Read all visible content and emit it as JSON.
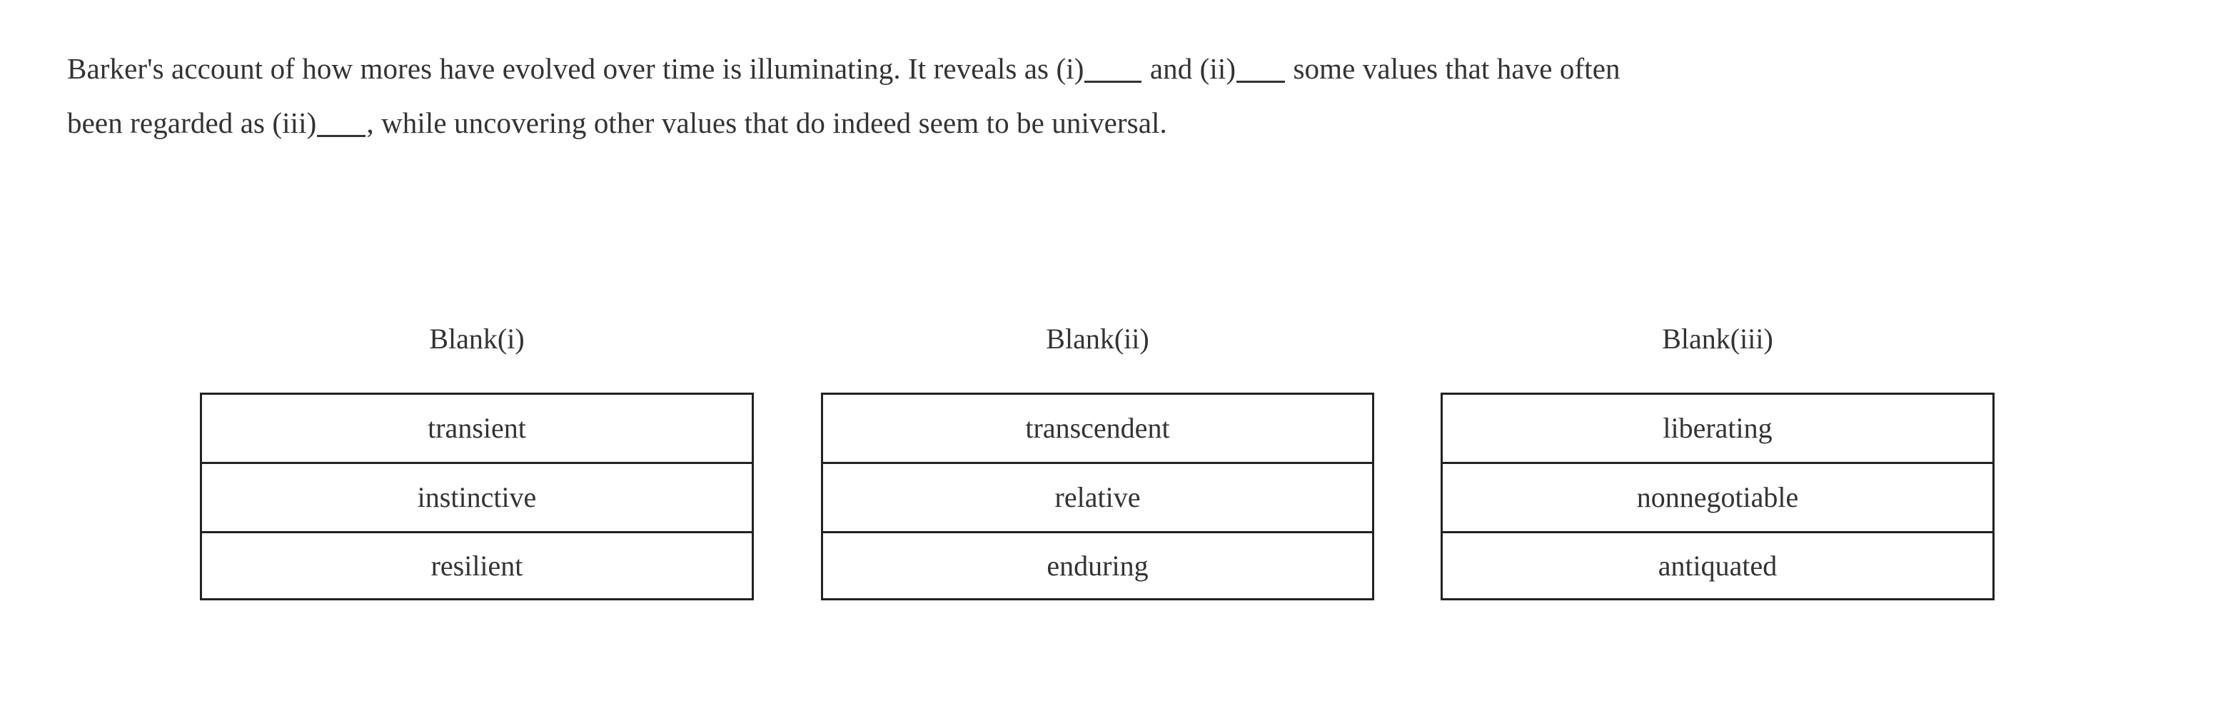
{
  "question": {
    "lines": [
      {
        "segments": [
          {
            "type": "text",
            "value": "Barker's account of how mores have evolved over time is illuminating. It reveals as (i)"
          },
          {
            "type": "blank",
            "value": "_____"
          },
          {
            "type": "text",
            "value": " and (ii)"
          },
          {
            "type": "blank",
            "value": "_____"
          },
          {
            "type": "text",
            "value": " some values that have often"
          }
        ]
      },
      {
        "segments": [
          {
            "type": "text",
            "value": "been regarded as (iii)"
          },
          {
            "type": "blank",
            "value": "_____"
          },
          {
            "type": "text",
            "value": ", while uncovering other values that do indeed seem to be universal."
          }
        ]
      }
    ],
    "line1_part1": "Barker's account of how mores have evolved over time is illuminating. It reveals as (i)",
    "line1_part2": " and (ii)",
    "line1_part3": " some values that have often",
    "line2_part1": "been regarded as (iii)",
    "line2_part2": ", while uncovering other values that do indeed seem to be universal."
  },
  "answer_columns": [
    {
      "header": "Blank(i)",
      "choices": [
        {
          "label": "transient"
        },
        {
          "label": "instinctive"
        },
        {
          "label": "resilient"
        }
      ]
    },
    {
      "header": "Blank(ii)",
      "choices": [
        {
          "label": "transcendent"
        },
        {
          "label": "relative"
        },
        {
          "label": "enduring"
        }
      ]
    },
    {
      "header": "Blank(iii)",
      "choices": [
        {
          "label": "liberating"
        },
        {
          "label": "nonnegotiable"
        },
        {
          "label": "antiquated"
        }
      ]
    }
  ],
  "colors": {
    "text": "#333333",
    "border": "#222222",
    "background": "#ffffff"
  }
}
